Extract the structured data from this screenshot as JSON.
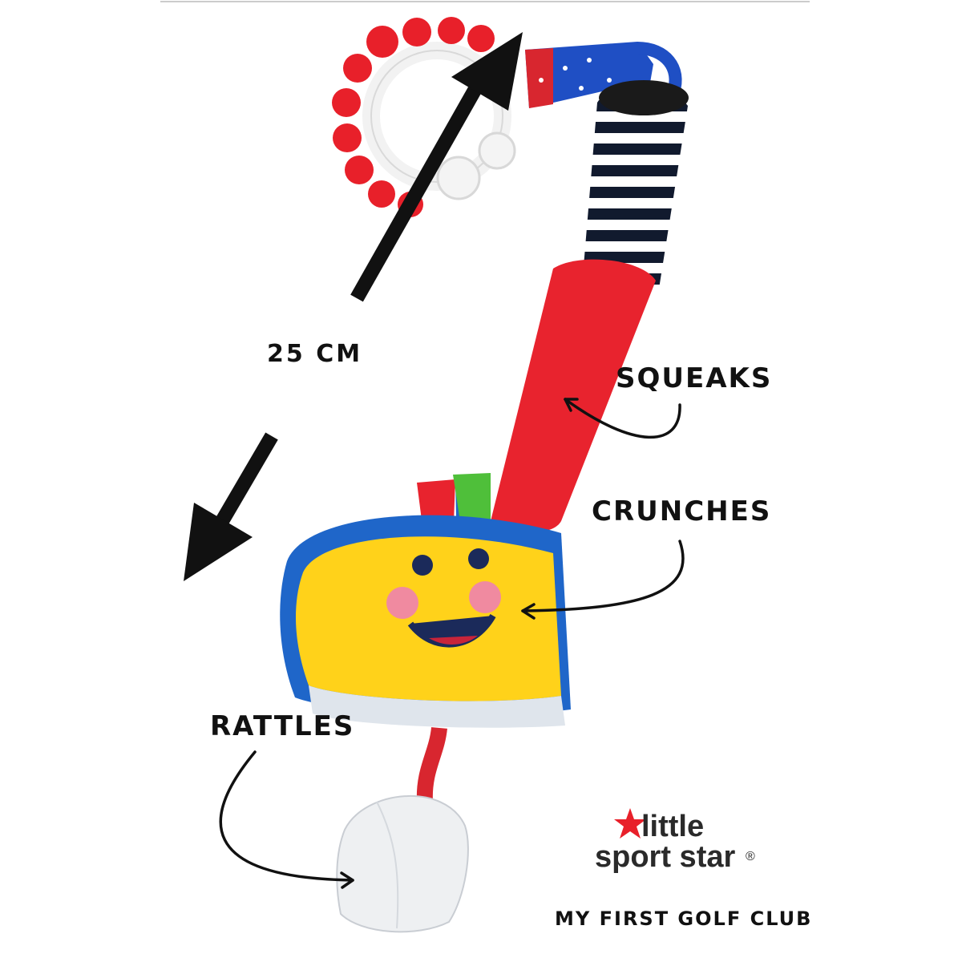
{
  "callouts": {
    "size": "25 CM",
    "squeaks": "SQUEAKS",
    "crunches": "CRUNCHES",
    "rattles": "RATTLES"
  },
  "brand": {
    "line1": "little",
    "line2": "sport star",
    "registered_mark": "®",
    "star_color": "#e8202a"
  },
  "product_name": "MY FIRST GOLF CLUB",
  "colors": {
    "shaft_red": "#e8232e",
    "head_yellow": "#ffd21a",
    "head_blue": "#1f66c9",
    "ball_white": "#eef0f2",
    "teether_red": "#e8202a",
    "strap_blue": "#1f4fc4"
  }
}
